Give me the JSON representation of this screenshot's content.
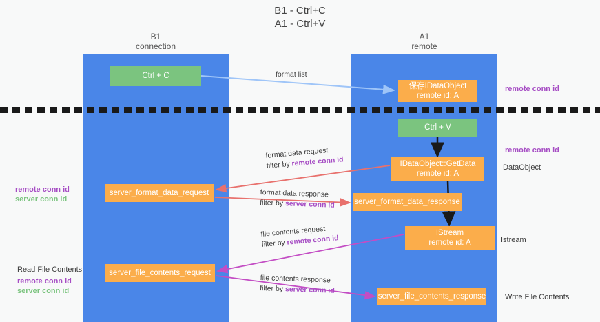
{
  "title": {
    "line1": "B1 - Ctrl+C",
    "line2": "A1 - Ctrl+V"
  },
  "columns": {
    "left": {
      "name": "B1",
      "role": "connection"
    },
    "right": {
      "name": "A1",
      "role": "remote"
    }
  },
  "nodes": {
    "ctrl_c": {
      "label": "Ctrl + C",
      "sub": "",
      "color": "#7bc47f"
    },
    "save_idataobject": {
      "label": "保存IDataObject",
      "sub": "remote id: A",
      "color": "#fbad4b"
    },
    "ctrl_v": {
      "label": "Ctrl + V",
      "sub": "",
      "color": "#7bc47f"
    },
    "getdata": {
      "label": "IDataObject::GetData",
      "sub": "remote id: A",
      "color": "#fbad4b"
    },
    "server_format_data_request": {
      "label": "server_format_data_request",
      "sub": "",
      "color": "#fbad4b"
    },
    "server_format_data_response": {
      "label": "server_format_data_response",
      "sub": "",
      "color": "#fbad4b"
    },
    "istream": {
      "label": "IStream",
      "sub": "remote id: A",
      "color": "#fbad4b"
    },
    "server_file_contents_request": {
      "label": "server_file_contents_request",
      "sub": "",
      "color": "#fbad4b"
    },
    "server_file_contents_response": {
      "label": "server_file_contents_response",
      "sub": "",
      "color": "#fbad4b"
    }
  },
  "edges": {
    "format_list": {
      "line1": "format list",
      "line2_prefix": "",
      "line2_key": ""
    },
    "format_data_request": {
      "line1": "format data request",
      "line2_prefix": "filter by ",
      "line2_key": "remote conn id"
    },
    "format_data_response": {
      "line1": "format data response",
      "line2_prefix": "filter by ",
      "line2_key": "server conn id"
    },
    "file_contents_request": {
      "line1": "file contents request",
      "line2_prefix": "filter by ",
      "line2_key": "remote conn id"
    },
    "file_contents_response": {
      "line1": "file contents response",
      "line2_prefix": "filter by ",
      "line2_key": "server conn id"
    }
  },
  "side_labels": {
    "remote_conn_id_top": "remote conn id",
    "remote_conn_id_mid": "remote conn id",
    "dataobject": "DataObject",
    "istream": "Istream",
    "write_file_contents": "Write File Contents",
    "read_file_contents": "Read File Contents",
    "left_remote_conn_id": "remote conn id",
    "left_server_conn_id": "server conn id",
    "left2_remote_conn_id": "remote conn id",
    "left2_server_conn_id": "server conn id"
  },
  "colors": {
    "column": "#4a86e8",
    "green_node": "#7bc47f",
    "orange_node": "#fbad4b",
    "purple_text": "#a64dc4",
    "green_text": "#7bc47f",
    "arrow_blue": "#9fc5f8",
    "arrow_red": "#e8716d",
    "arrow_magenta": "#c34dc4",
    "arrow_black": "#1a1a1a",
    "divider": "#1a1a1a",
    "background": "#f8f9f9"
  }
}
